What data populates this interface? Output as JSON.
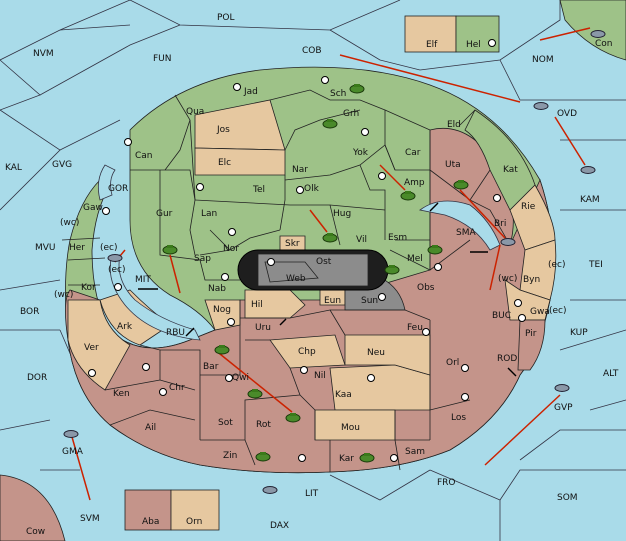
{
  "colors": {
    "sea": "#a9dbe9",
    "green": "#9ec288",
    "tan": "#e6c8a0",
    "red": "#c4948a",
    "gray": "#8c8c8c",
    "dark": "#2a2a2a",
    "arrow": "#cc2200"
  },
  "sea_labels": {
    "POL": "POL",
    "NVM": "NVM",
    "FUN": "FUN",
    "COB": "COB",
    "NOM": "NOM",
    "OVD": "OVD",
    "KAL": "KAL",
    "GVG": "GVG",
    "GOR": "GOR",
    "KAM": "KAM",
    "SMA": "SMA",
    "TEI": "TEI",
    "MVU": "MVU",
    "MIT": "MIT",
    "BOR": "BOR",
    "RBU": "RBU",
    "BUC": "BUC",
    "KUP": "KUP",
    "ROD": "ROD",
    "ALT": "ALT",
    "DOR": "DOR",
    "GVP": "GVP",
    "GMA": "GMA",
    "FRO": "FRO",
    "SOM": "SOM",
    "SVM": "SVM",
    "LIT": "LIT",
    "DAX": "DAX"
  },
  "land_labels": {
    "Con": "Con",
    "Elf": "Elf",
    "Hel": "Hel",
    "Jad": "Jad",
    "Sch": "Sch",
    "Qua": "Qua",
    "Jos": "Jos",
    "Grh": "Grh",
    "Eld": "Eld",
    "Can": "Can",
    "Elc": "Elc",
    "Nar": "Nar",
    "Yok": "Yok",
    "Car": "Car",
    "Uta": "Uta",
    "Kat": "Kat",
    "Tel": "Tel",
    "Olk": "Olk",
    "Amp": "Amp",
    "Gaw": "Gaw",
    "Gur": "Gur",
    "Lan": "Lan",
    "Hug": "Hug",
    "Bri": "Bri",
    "Rie": "Rie",
    "Esm": "Esm",
    "Her": "Her",
    "Skr": "Skr",
    "Vil": "Vil",
    "Nor": "Nor",
    "Sap": "Sap",
    "Ost": "Ost",
    "Mel": "Mel",
    "Web": "Web",
    "Byn": "Byn",
    "Kor": "Kor",
    "Nab": "Nab",
    "Obs": "Obs",
    "Eun": "Eun",
    "Sun": "Sun",
    "Hil": "Hil",
    "Gwa": "Gwa",
    "Ark": "Ark",
    "Nog": "Nog",
    "Uru": "Uru",
    "Feu": "Feu",
    "Pir": "Pir",
    "Ver": "Ver",
    "Chp": "Chp",
    "Neu": "Neu",
    "Orl": "Orl",
    "Bar": "Bar",
    "Qwi": "Qwi",
    "Ken": "Ken",
    "Chr": "Chr",
    "Nil": "Nil",
    "Kaa": "Kaa",
    "Los": "Los",
    "Ail": "Ail",
    "Sot": "Sot",
    "Rot": "Rot",
    "Mou": "Mou",
    "Zin": "Zin",
    "Sam": "Sam",
    "Kar": "Kar",
    "Aba": "Aba",
    "Orn": "Orn",
    "Cow": "Cow"
  },
  "coast_labels": {
    "wc1": "(wc)",
    "ec1": "(ec)",
    "ec2": "(ec)",
    "wc2": "(wc)",
    "wc3": "(wc)",
    "ec3": "(ec)",
    "ec4": "(ec)"
  }
}
